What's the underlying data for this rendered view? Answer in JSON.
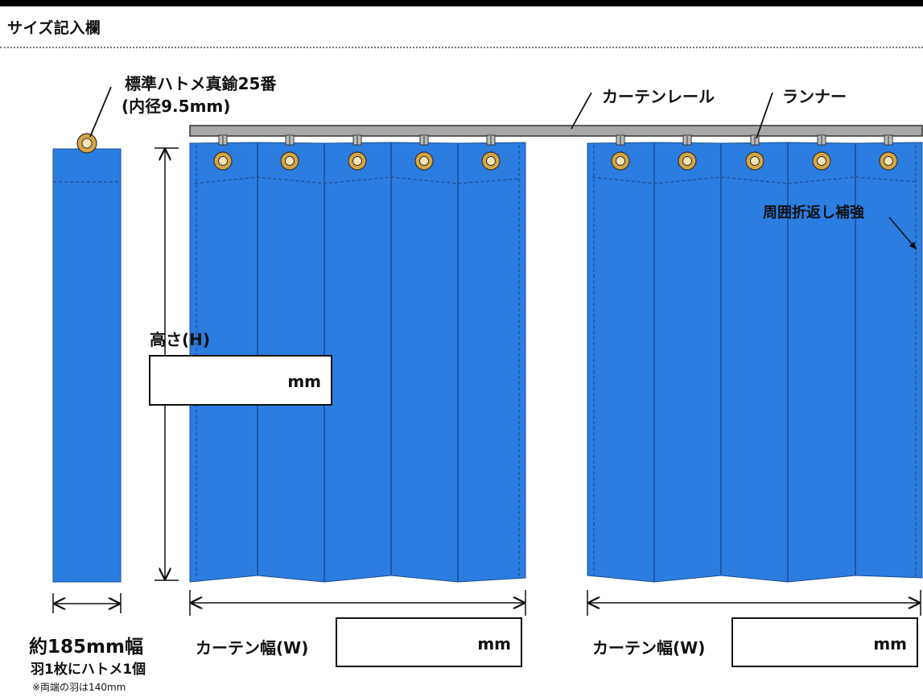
{
  "header": {
    "title": "サイズ記入欄"
  },
  "labels": {
    "grommet_line1": "標準ハトメ真鍮25番",
    "grommet_line2": "(内径9.5mm)",
    "curtain_rail": "カーテンレール",
    "runner": "ランナー",
    "hem_reinforcement": "周囲折返し補強",
    "height": "高さ(H)",
    "blade_width": "約185mm幅",
    "grommet_per_blade": "羽1枚にハトメ1個",
    "edge_blade_note": "※両端の羽は140mm",
    "width_left": "カーテン幅(W)",
    "width_right": "カーテン幅(W)"
  },
  "inputs": {
    "height_unit": "mm",
    "width_left_unit": "mm",
    "width_right_unit": "mm"
  },
  "colors": {
    "curtain": "#2b7de0",
    "curtain_stroke": "#1a4c93",
    "rail": "#a8a8a8",
    "grommet_ring": "#d5a544",
    "grommet_inner": "#f3e4b7"
  }
}
